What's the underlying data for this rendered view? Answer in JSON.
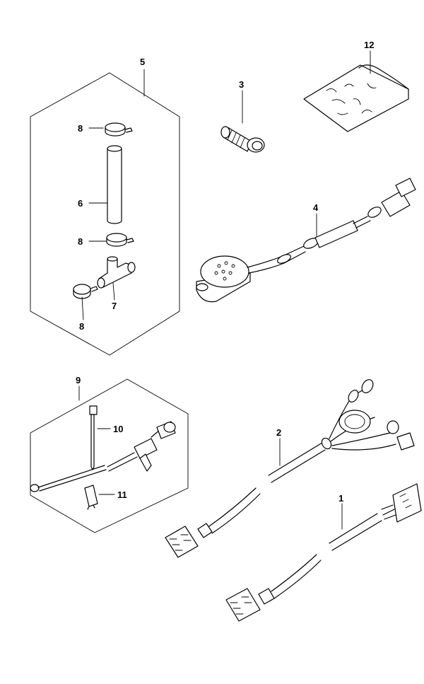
{
  "callouts": {
    "c1": "1",
    "c2": "2",
    "c3": "3",
    "c4": "4",
    "c5": "5",
    "c6": "6",
    "c7": "7",
    "c8a": "8",
    "c8b": "8",
    "c8c": "8",
    "c9": "9",
    "c10": "10",
    "c11": "11",
    "c12": "12"
  }
}
